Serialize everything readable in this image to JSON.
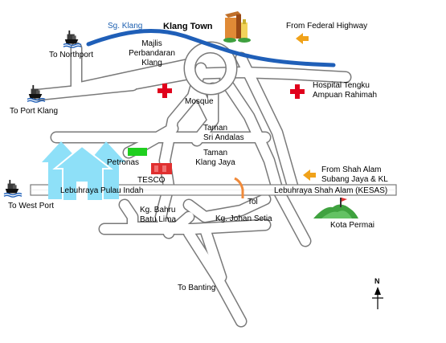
{
  "colors": {
    "river": "#1f5fb8",
    "road_fill": "#ffffff",
    "road_edge": "#7a7a7a",
    "hospital": "#e0001b",
    "petronas": "#1fcf1f",
    "tesco": "#e03030",
    "house": "#8ee0f8",
    "toll": "#f08a3a",
    "arrow": "#f0a21a"
  },
  "labels": {
    "river": "Sg. Klang",
    "town": "Klang Town",
    "federal": "From Federal Highway",
    "northport": "To Northport",
    "majlis": "Majlis\nPerbandaran\nKlang",
    "hospital": "Hospital Tengku\nAmpuan Rahimah",
    "port_klang": "To Port Klang",
    "mosque": "Mosque",
    "sri_andalas": "Taman\nSri Andalas",
    "klang_jaya": "Taman\nKlang Jaya",
    "petronas": "Petronas",
    "tesco": "TESCO",
    "shah_alam": "From Shah Alam\nSubang Jaya & KL",
    "pulau_indah": "Lebuhraya Pulau Indah",
    "tol": "Tol",
    "kesas": "Lebuhraya Shah Alam (KESAS)",
    "west_port": "To West Port",
    "bahru": "Kg. Bahru\nBatu Lima",
    "johan": "Kg. Johan Setia",
    "kota_permai": "Kota Permai",
    "banting": "To Banting",
    "north": "N"
  },
  "icons": [
    "ship-icon",
    "ship-icon",
    "ship-icon",
    "building-icon",
    "hospital-cross-icon",
    "hospital-cross-icon",
    "house-icon",
    "arrow-left-icon",
    "arrow-left-icon",
    "hill-icon",
    "north-arrow-icon"
  ]
}
